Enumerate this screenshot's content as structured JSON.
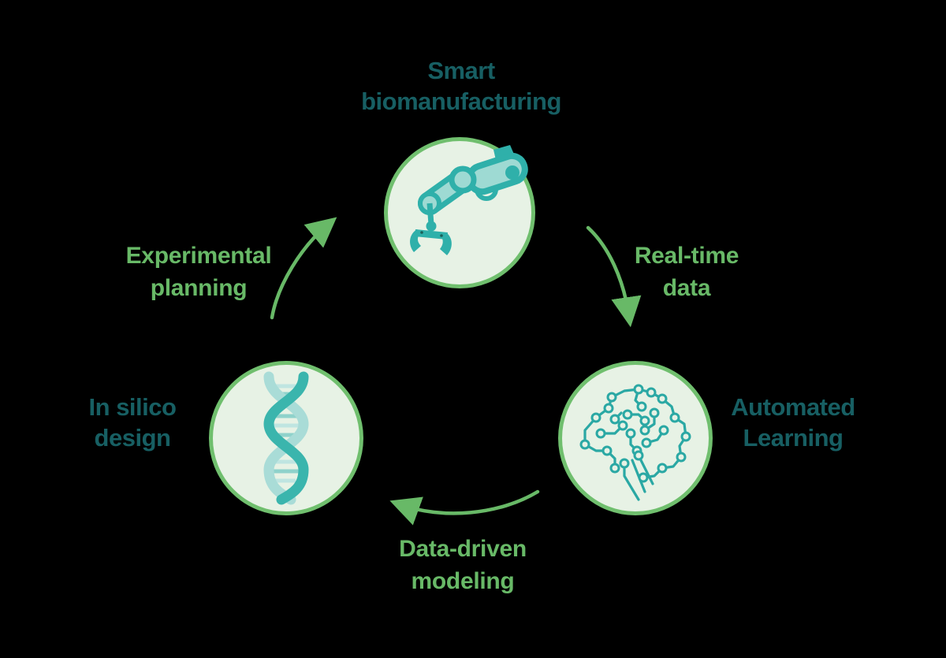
{
  "diagram": {
    "type": "cycle",
    "background_color": "#000000",
    "colors": {
      "accent_green": "#68b967",
      "node_border_green": "#70bf6e",
      "node_fill_light_green": "#e7f2e5",
      "heading_teal": "#175f63",
      "icon_teal": "#2fb0aa",
      "icon_teal_light": "#9edad3"
    },
    "nodes": [
      {
        "id": "smart-biomanufacturing",
        "line1": "Smart",
        "line2": "biomanufacturing",
        "icon": "robot-arm-icon",
        "position": "top"
      },
      {
        "id": "automated-learning",
        "line1": "Automated",
        "line2": "Learning",
        "icon": "circuit-brain-icon",
        "position": "bottom-right"
      },
      {
        "id": "in-silico-design",
        "line1": "In silico",
        "line2": "design",
        "icon": "dna-helix-icon",
        "position": "bottom-left"
      }
    ],
    "arrows": [
      {
        "id": "real-time-data",
        "line1": "Real-time",
        "line2": "data",
        "from": "smart-biomanufacturing",
        "to": "automated-learning"
      },
      {
        "id": "data-driven-modeling",
        "line1": "Data-driven",
        "line2": "modeling",
        "from": "automated-learning",
        "to": "in-silico-design"
      },
      {
        "id": "experimental-planning",
        "line1": "Experimental",
        "line2": "planning",
        "from": "in-silico-design",
        "to": "smart-biomanufacturing"
      }
    ]
  }
}
